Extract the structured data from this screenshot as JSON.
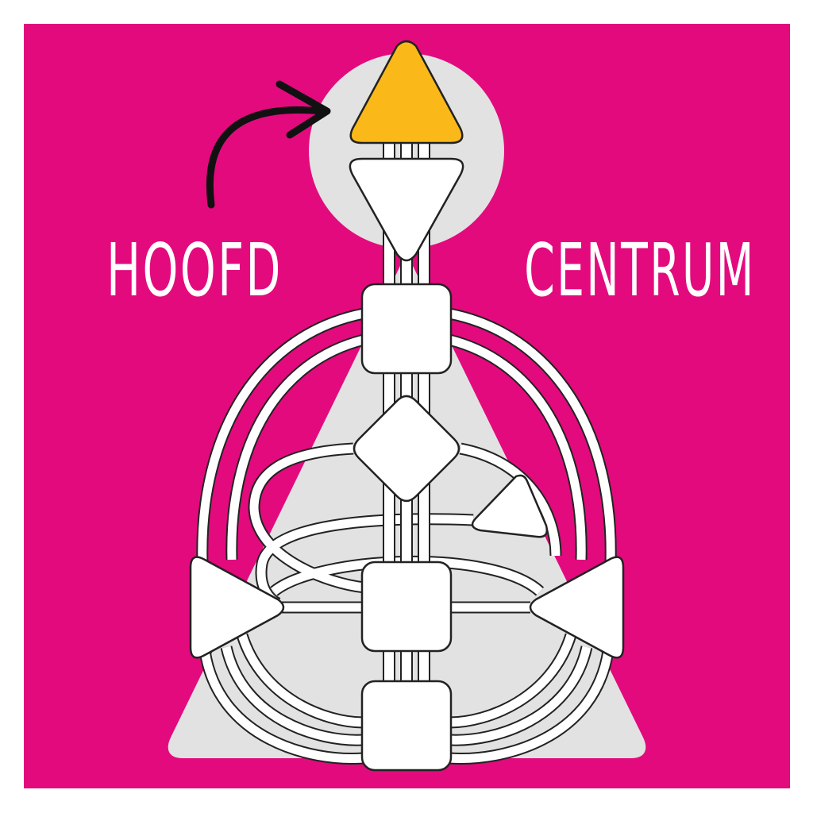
{
  "labels": {
    "left": "HOOFD",
    "right": "CENTRUM"
  },
  "highlighted_center": "head",
  "colors": {
    "background": "#E30A7E",
    "highlight": "#FBB919",
    "grey": "#E2E2E2",
    "center": "#FFFFFF",
    "outline": "#222222"
  },
  "icons": [
    "curved-arrow-icon"
  ]
}
